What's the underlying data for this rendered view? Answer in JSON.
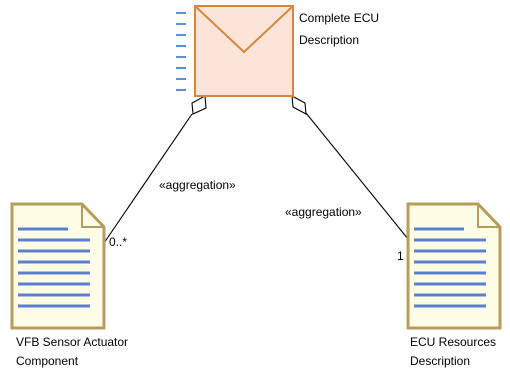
{
  "nodes": {
    "envelope": {
      "label_lines": [
        "Complete ECU",
        "Description"
      ]
    },
    "left_doc": {
      "label_lines": [
        "VFB Sensor Actuator",
        "Component"
      ]
    },
    "right_doc": {
      "label_lines": [
        "ECU Resources",
        "Description"
      ]
    }
  },
  "edges": [
    {
      "stereotype": "«aggregation»",
      "target_multiplicity": "0..*"
    },
    {
      "stereotype": "«aggregation»",
      "target_multiplicity": "1"
    }
  ],
  "colors": {
    "envelope_fill": "#fbe5d9",
    "envelope_stroke": "#d4883f",
    "doc_fill": "#fffde6",
    "doc_stroke": "#b69d5e",
    "doc_lines": "#5b7fd0",
    "dashes": "#5b8fd6",
    "connector": "#000000"
  }
}
